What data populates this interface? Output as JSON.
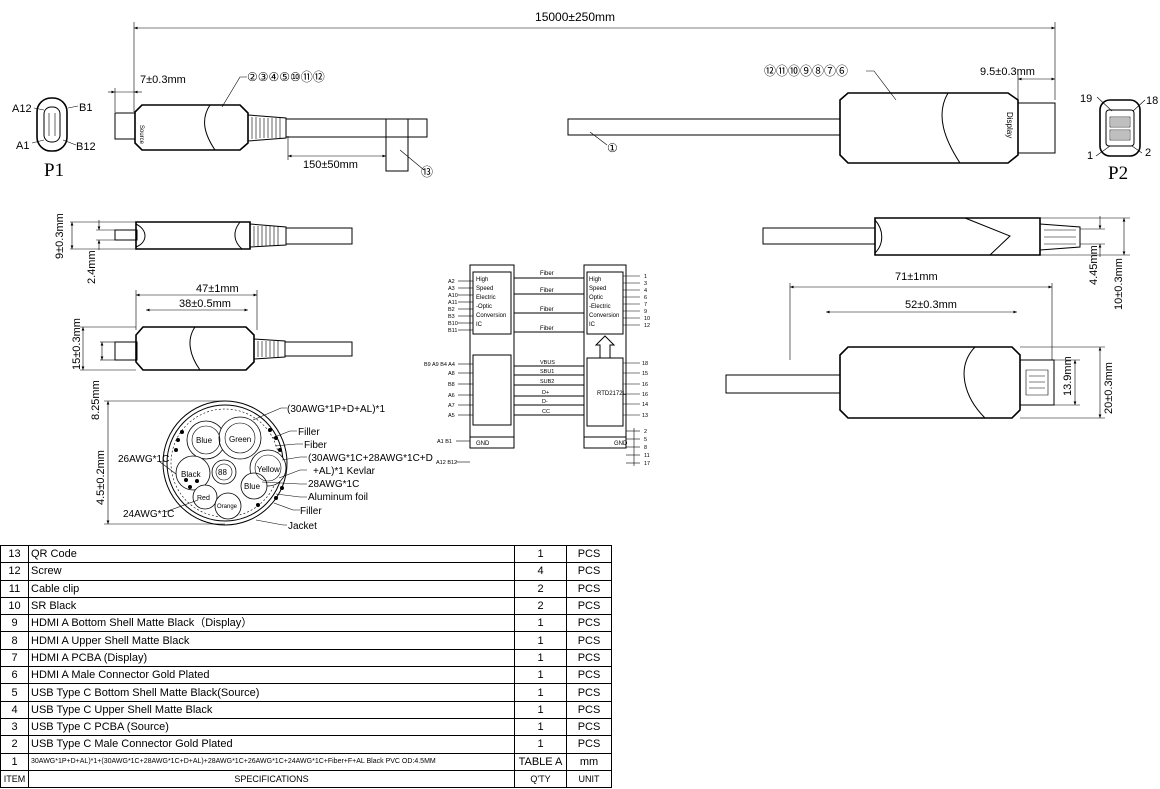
{
  "dimensions": {
    "overall_length": "15000±250mm",
    "p1_tip": "7±0.3mm",
    "p1_lead": "150±50mm",
    "p2_tip": "9.5±0.3mm",
    "p1_side_height": "9±0.3mm",
    "p1_side_tip": "2.4mm",
    "p1_len_outer": "47±1mm",
    "p1_len_inner": "38±0.5mm",
    "p1_width": "15±0.3mm",
    "p1_tip_width": "8.25mm",
    "cable_od": "4.5±0.2mm",
    "p2_side_tip": "4.45mm",
    "p2_side_height": "10±0.3mm",
    "p2_len_outer": "71±1mm",
    "p2_len_inner": "52±0.3mm",
    "p2_tip_width": "13.9mm",
    "p2_width": "20±0.3mm"
  },
  "callouts": {
    "p1_parts": "②③④⑤⑩⑪⑫",
    "p2_parts": "⑫⑪⑩⑨⑧⑦⑥",
    "cable": "①",
    "qr": "⑬"
  },
  "connectors": {
    "p1": {
      "name": "P1",
      "pin_a12": "A12",
      "pin_b1": "B1",
      "pin_a1": "A1",
      "pin_b12": "B12",
      "body_text": "Source"
    },
    "p2": {
      "name": "P2",
      "pin_19": "19",
      "pin_18": "18",
      "pin_1": "1",
      "pin_2": "2",
      "body_text": "Display"
    }
  },
  "cross_section": {
    "labels": [
      "(30AWG*1P+D+AL)*1",
      "Filler",
      "Fiber",
      "(30AWG*1C+28AWG*1C+D",
      "+AL)*1 Kevlar",
      "28AWG*1C",
      "Aluminum foil",
      "Filler",
      "Jacket"
    ],
    "left_top": "26AWG*1C",
    "left_bottom": "24AWG*1C",
    "wires": [
      "Blue",
      "Green",
      "Black",
      "Yellow",
      "Blue",
      "Red",
      "Orange"
    ],
    "center": "88"
  },
  "schematic": {
    "left_block": [
      "High",
      "Speed",
      "Electric",
      "-Optic",
      "Conversion",
      "IC"
    ],
    "right_block": [
      "High",
      "Speed",
      "Optic",
      "-Electric",
      "Conversion",
      "IC"
    ],
    "fiber": "Fiber",
    "left_pins_top": [
      "A2",
      "A3",
      "A10",
      "A11",
      "B2",
      "B3",
      "B10",
      "B11"
    ],
    "left_pins_mid": [
      "B9 A9 B4 A4",
      "A8",
      "B8",
      "A6",
      "A7",
      "A5"
    ],
    "left_gnd_pins": [
      "A1 B1",
      "A12 B12"
    ],
    "gnd": "GND",
    "signals": [
      "VBUS",
      "SBU1",
      "SUB2",
      "D+",
      "D-",
      "CC"
    ],
    "chip": "RTD2172U",
    "right_pins_top": [
      "1",
      "3",
      "4",
      "6",
      "7",
      "9",
      "10",
      "12"
    ],
    "right_pins_mid": [
      "18",
      "15",
      "16",
      "16",
      "14",
      "13"
    ],
    "right_pins_gnd": [
      "2",
      "5",
      "8",
      "11",
      "17"
    ]
  },
  "bom": {
    "rows": [
      {
        "item": "13",
        "spec": "QR Code",
        "qty": "1",
        "unit": "PCS"
      },
      {
        "item": "12",
        "spec": "Screw",
        "qty": "4",
        "unit": "PCS"
      },
      {
        "item": "11",
        "spec": "Cable clip",
        "qty": "2",
        "unit": "PCS"
      },
      {
        "item": "10",
        "spec": "SR Black",
        "qty": "2",
        "unit": "PCS"
      },
      {
        "item": "9",
        "spec": "HDMI A Bottom Shell Matte Black（Display）",
        "qty": "1",
        "unit": "PCS"
      },
      {
        "item": "8",
        "spec": "HDMI A Upper Shell Matte Black",
        "qty": "1",
        "unit": "PCS"
      },
      {
        "item": "7",
        "spec": " HDMI A  PCBA (Display)",
        "qty": "1",
        "unit": "PCS"
      },
      {
        "item": "6",
        "spec": " HDMI A Male Connector Gold Plated",
        "qty": "1",
        "unit": "PCS"
      },
      {
        "item": "5",
        "spec": " USB Type C Bottom Shell Matte Black(Source)",
        "qty": "1",
        "unit": "PCS"
      },
      {
        "item": "4",
        "spec": "  USB Type C Upper Shell Matte Black",
        "qty": "1",
        "unit": "PCS"
      },
      {
        "item": "3",
        "spec": "USB Type C  PCBA (Source)",
        "qty": "1",
        "unit": "PCS"
      },
      {
        "item": "2",
        "spec": "USB Type C Male Connector Gold Plated",
        "qty": "1",
        "unit": "PCS"
      },
      {
        "item": "1",
        "spec": "30AWG*1P+D+AL)*1+(30AWG*1C+28AWG*1C+D+AL)+28AWG*1C+26AWG*1C+24AWG*1C+Fiber+F+AL Black PVC OD:4.5MM",
        "qty": "TABLE A",
        "unit": "mm"
      }
    ],
    "header": {
      "item": "ITEM",
      "spec": "SPECIFICATIONS",
      "qty": "Q'TY",
      "unit": "UNIT"
    }
  }
}
